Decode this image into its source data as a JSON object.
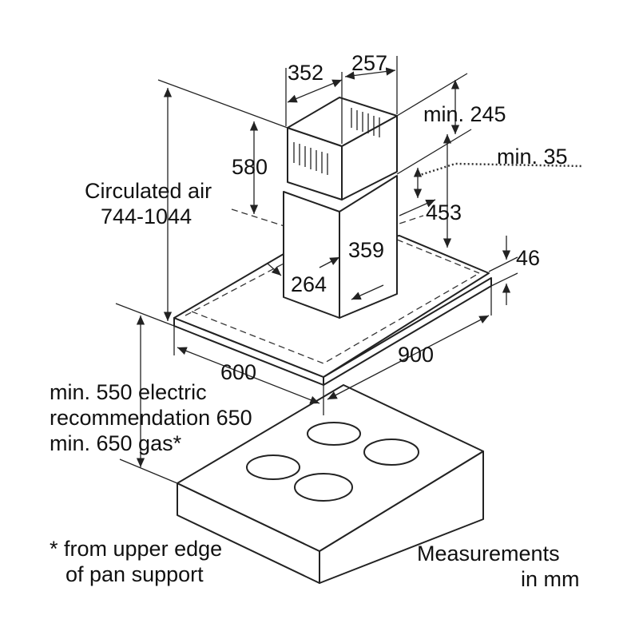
{
  "dimensions": {
    "chimney_width": "352",
    "chimney_depth": "257",
    "min_top": "min. 245",
    "upper_chimney": "580",
    "min_gap": "min. 35",
    "lower_chimney": "453",
    "inner_width": "359",
    "inner_depth": "264",
    "hood_height": "46",
    "hood_width": "900",
    "hood_depth": "600"
  },
  "labels": {
    "circulated_air_title": "Circulated air",
    "circulated_air_range": "744-1044",
    "clearance_line1": "min. 550 electric",
    "clearance_line2": "recommendation 650",
    "clearance_line3": "min. 650 gas*",
    "footnote_line1": "* from upper edge",
    "footnote_line2": "of pan support",
    "units_line1": "Measurements",
    "units_line2": "in mm"
  }
}
